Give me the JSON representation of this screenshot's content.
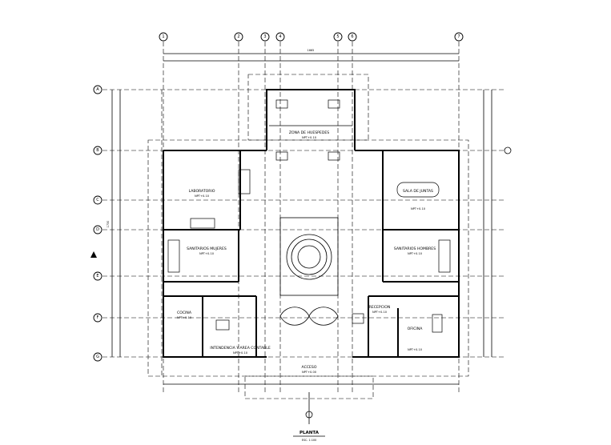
{
  "plan": {
    "title": "PLANTA",
    "scale": "ESC. 1:100"
  },
  "rooms": [
    {
      "id": "zona-huespedes",
      "name": "ZONA DE HUESPEDES",
      "level": "NPT+0.10"
    },
    {
      "id": "laboratorio",
      "name": "LABORATORIO",
      "level": "NPT+0.10"
    },
    {
      "id": "sala-juntas",
      "name": "SALA DE JUNTAS",
      "level": "NPT+0.10"
    },
    {
      "id": "sanitarios-mujeres",
      "name": "SANITARIOS MUJERES",
      "level": "NPT+0.10"
    },
    {
      "id": "sanitarios-hombres",
      "name": "SANITARIOS HOMBRES",
      "level": "NPT+0.10"
    },
    {
      "id": "cocina",
      "name": "COCINA",
      "level": "NPT+0.10"
    },
    {
      "id": "intendencia",
      "name": "INTENDENCIA Y AREA CONTABLE",
      "level": "NPT+0.10"
    },
    {
      "id": "recepcion",
      "name": "RECEPCION",
      "level": "NPT+0.10"
    },
    {
      "id": "oficina",
      "name": "OFICINA",
      "level": "NPT+0.10"
    },
    {
      "id": "acceso",
      "name": "ACCESO",
      "level": "NPT+0.00"
    }
  ],
  "axes_top": [
    "1",
    "2",
    "3",
    "4",
    "5",
    "6",
    "7"
  ],
  "axes_left": [
    "A",
    "B",
    "C",
    "D",
    "E",
    "F",
    "G"
  ],
  "dimensions": {
    "overall_width": "1665",
    "overall_height": "1730"
  }
}
